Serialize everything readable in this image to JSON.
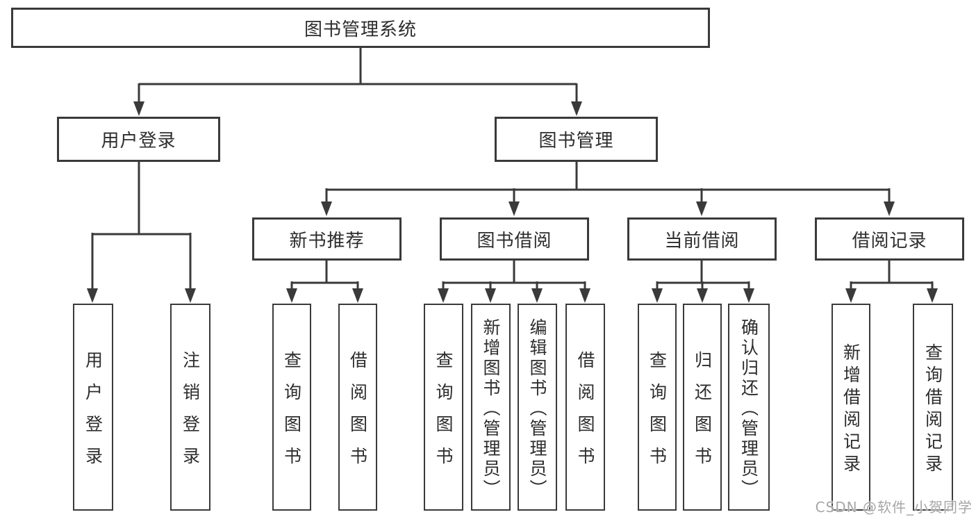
{
  "diagram": {
    "root": {
      "label": "图书管理系统"
    },
    "branches": [
      {
        "label": "用户登录",
        "children": [
          {
            "label": "用户登录"
          },
          {
            "label": "注销登录"
          }
        ]
      },
      {
        "label": "图书管理",
        "children": [
          {
            "label": "新书推荐",
            "children": [
              {
                "label": "查询图书"
              },
              {
                "label": "借阅图书"
              }
            ]
          },
          {
            "label": "图书借阅",
            "children": [
              {
                "label": "查询图书"
              },
              {
                "label": "新增图书（管理员）"
              },
              {
                "label": "编辑图书（管理员）"
              },
              {
                "label": "借阅图书"
              }
            ]
          },
          {
            "label": "当前借阅",
            "children": [
              {
                "label": "查询图书"
              },
              {
                "label": "归还图书"
              },
              {
                "label": "确认归还（管理员）"
              }
            ]
          },
          {
            "label": "借阅记录",
            "children": [
              {
                "label": "新增借阅记录"
              },
              {
                "label": "查询借阅记录"
              }
            ]
          }
        ]
      }
    ]
  },
  "watermark": {
    "text": "CSDN @软件_小贺同学",
    "color": "#a6a6a6"
  },
  "colors": {
    "line": "#3a3a3a",
    "text": "#2d2d2d",
    "node_fill": "#ffffff",
    "background": "#ffffff"
  }
}
